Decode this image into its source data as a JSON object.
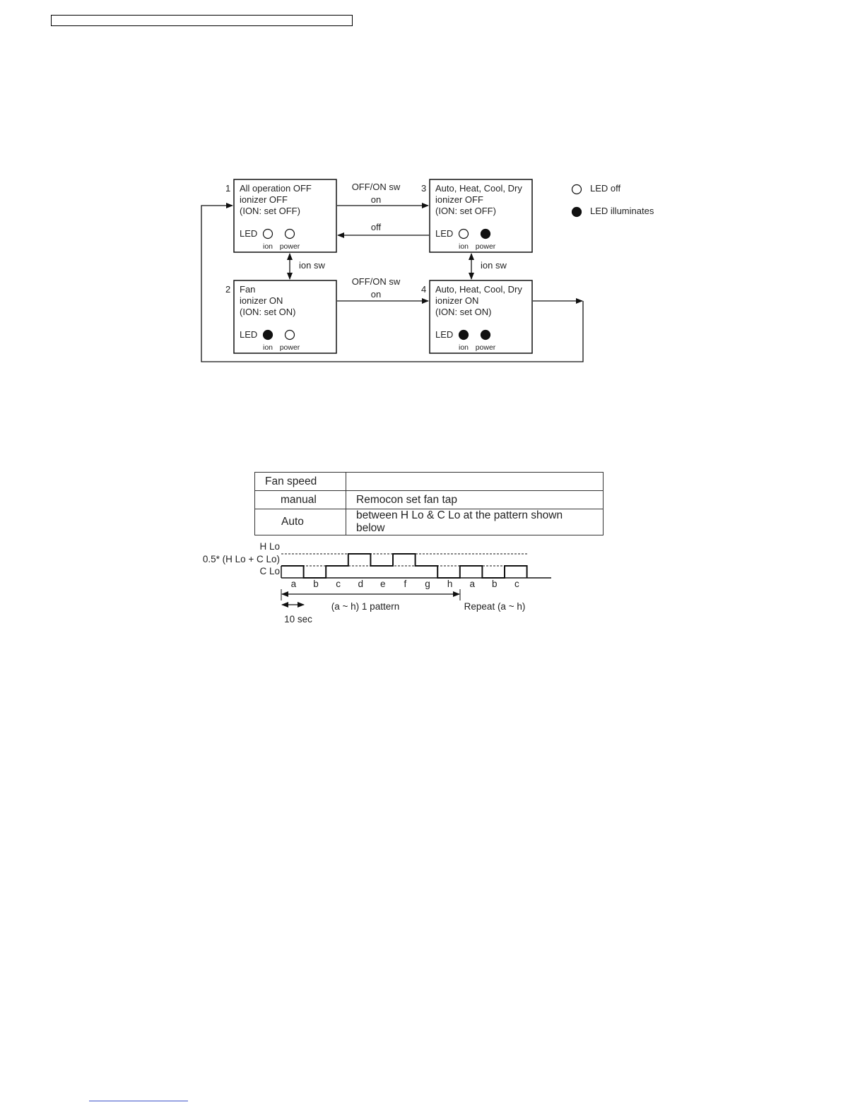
{
  "diagram": {
    "states": [
      {
        "num": "1",
        "lines": [
          "All operation OFF",
          "ionizer OFF",
          "(ION: set OFF)"
        ],
        "ion_led": "off",
        "power_led": "off"
      },
      {
        "num": "2",
        "lines": [
          "Fan",
          "ionizer ON",
          "(ION: set ON)"
        ],
        "ion_led": "on",
        "power_led": "off"
      },
      {
        "num": "3",
        "lines": [
          "Auto, Heat, Cool, Dry",
          "ionizer OFF",
          "(ION: set OFF)"
        ],
        "ion_led": "off",
        "power_led": "on"
      },
      {
        "num": "4",
        "lines": [
          "Auto, Heat, Cool, Dry",
          "ionizer ON",
          "(ION: set ON)"
        ],
        "ion_led": "on",
        "power_led": "on"
      }
    ],
    "led_label": "LED",
    "ion_label": "ion",
    "power_label": "power",
    "transitions": {
      "offon_top": "OFF/ON sw",
      "on_top": "on",
      "off_mid": "off",
      "ion_sw_left": "ion sw",
      "ion_sw_right": "ion sw",
      "offon_bottom": "OFF/ON sw",
      "on_bottom": "on"
    },
    "legend": {
      "off": "LED off",
      "on": "LED illuminates"
    }
  },
  "fan_table": {
    "header": "Fan speed",
    "rows": [
      {
        "mode": "manual",
        "desc": "Remocon set fan tap"
      },
      {
        "mode": "Auto",
        "desc": "between H Lo & C Lo at the pattern shown below"
      }
    ]
  },
  "waveform": {
    "labels": {
      "h_lo": "H Lo",
      "mid": "0.5* (H Lo + C Lo)",
      "c_lo": "C Lo"
    },
    "segments": [
      "a",
      "b",
      "c",
      "d",
      "e",
      "f",
      "g",
      "h",
      "a",
      "b",
      "c"
    ],
    "levels": [
      "mid",
      "low",
      "mid",
      "high",
      "mid",
      "high",
      "mid",
      "low",
      "mid",
      "low",
      "mid"
    ],
    "pattern_label": "(a ~ h) 1 pattern",
    "repeat_label": "Repeat (a ~ h)",
    "duration_label": "10 sec"
  }
}
